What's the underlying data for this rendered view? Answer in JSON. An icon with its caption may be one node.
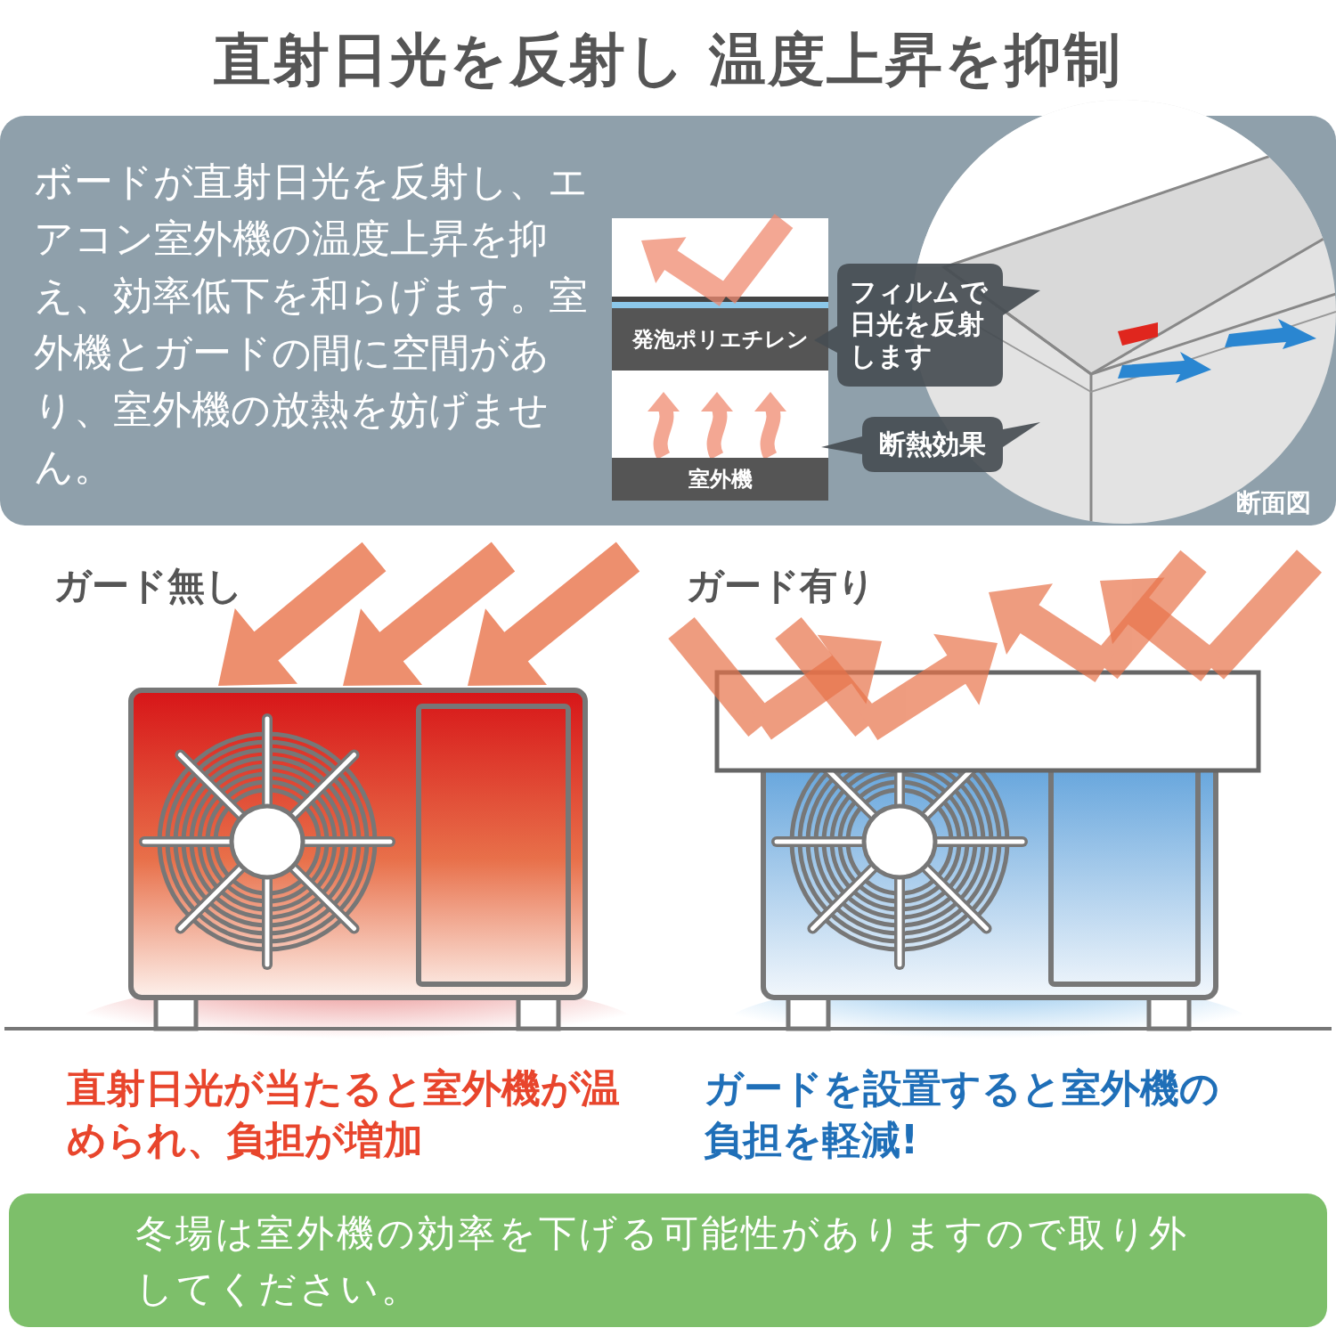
{
  "diagram": {
    "title": "直射日光を反射し **温度上昇を抑制**",
    "nodes": [
      {
        "text": [
          "発泡ポリエチレン"
        ]
      },
      {
        "text": [
          "室外機"
        ]
      },
      {
        "text": [
          "フィルムで日光を反射します"
        ]
      },
      {
        "text": [
          "断熱効果"
        ]
      }
    ],
    "labels": [
      "ボードが直射日光を反射し、エアコン室外機の温度上昇を抑え、効率低下を和らげます。室外機とガードの間に空間があり、室外機の放熱を妨げません。",
      "断面図",
      "ガード無し",
      "ガード有り",
      "直射日光が当たると室外機が温められ、負担が増加",
      "ガードを設置すると室外機の負担を軽減!",
      "冬場は室外機の効率を下げる可能性がありますので取り外してください。"
    ]
  }
}
